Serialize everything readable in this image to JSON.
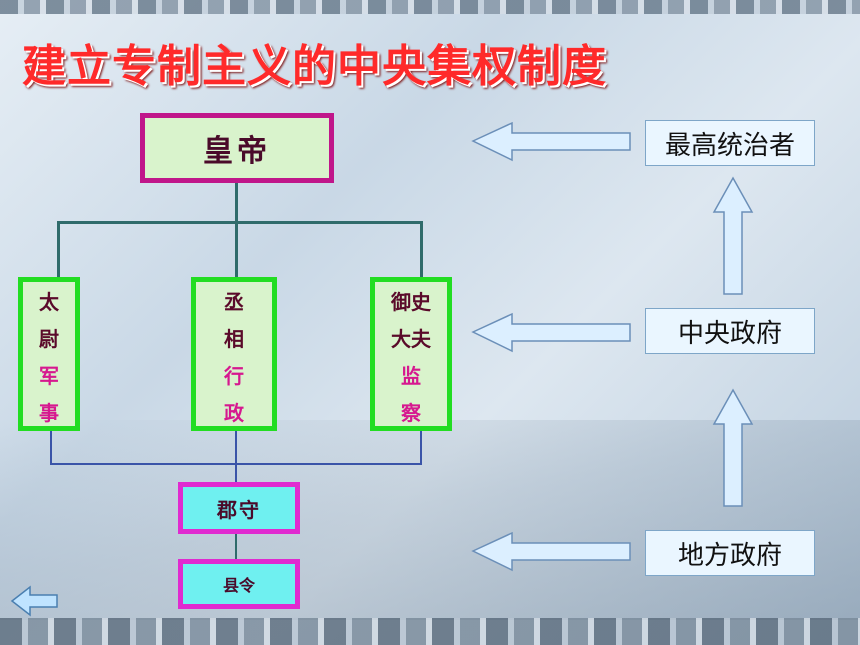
{
  "title": "建立专制主义的中央集权制度",
  "emperor": "皇帝",
  "ministers": [
    {
      "name_lines": [
        "太",
        "尉"
      ],
      "role_lines": [
        "军",
        "事"
      ]
    },
    {
      "name_lines": [
        "丞",
        "相"
      ],
      "role_lines": [
        "行",
        "政"
      ]
    },
    {
      "name_lines": [
        "御史",
        "大夫"
      ],
      "role_lines": [
        "监",
        "察"
      ]
    }
  ],
  "local_officials": {
    "commandery": "郡守",
    "county": "县令"
  },
  "labels": {
    "supreme_ruler": "最高统治者",
    "central_government": "中央政府",
    "local_government": "地方政府"
  },
  "icons": {
    "left_arrow": "left-arrow-icon",
    "up_arrow": "up-arrow-icon",
    "back": "back-arrow-icon"
  },
  "colors": {
    "title": "#ff2a2a",
    "emperor_border": "#c0168a",
    "minister_border": "#22dd22",
    "local_border": "#e02ad0",
    "local_fill": "#6ff0f0",
    "box_fill": "#d9f3cc",
    "role_text": "#d6188f"
  }
}
